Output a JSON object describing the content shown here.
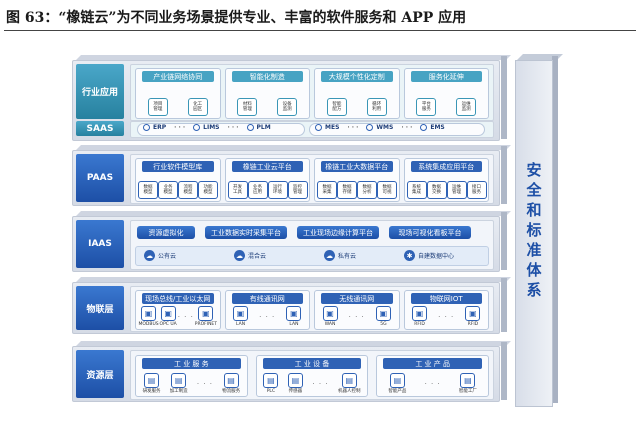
{
  "figure": {
    "title": "图 63：“橡链云”为不同业务场景提供专业、丰富的软件服务和 APP 应用"
  },
  "security": {
    "chars": [
      "安",
      "全",
      "和",
      "标",
      "准",
      "体",
      "系"
    ]
  },
  "industry": {
    "label": "行业应用",
    "groups": [
      {
        "title": "产业链网络协同",
        "items": [
          "项目\n管理",
          "化工\n园区"
        ]
      },
      {
        "title": "智能化制造",
        "items": [
          "材料\n管理",
          "设备\n监测"
        ]
      },
      {
        "title": "大规模个性化定制",
        "items": [
          "智能\n配方",
          "循环\n利用"
        ]
      },
      {
        "title": "服务化延伸",
        "items": [
          "平台\n服务",
          "运维\n监测"
        ]
      }
    ]
  },
  "saas": {
    "label": "SAAS",
    "items": [
      "ERP",
      "LIMS",
      "PLM",
      "MES",
      "WMS",
      "EMS"
    ],
    "dots": "· · ·"
  },
  "paas": {
    "label": "PAAS",
    "groups": [
      {
        "title": "行业软件模型库",
        "items": [
          "数据\n模型",
          "业务\n模型",
          "流程\n模型",
          "功能\n模型"
        ]
      },
      {
        "title": "橡链工业云平台",
        "items": [
          "开发\n工具",
          "业务\n应用",
          "运行\n环境",
          "监控\n管理"
        ]
      },
      {
        "title": "橡链工业大数据平台",
        "items": [
          "数据\n采集",
          "数据\n存储",
          "数据\n分析",
          "数据\n可视"
        ]
      },
      {
        "title": "系统集成应用平台",
        "items": [
          "系统\n集成",
          "数据\n交换",
          "运维\n管理",
          "接口\n服务"
        ]
      }
    ]
  },
  "iaas": {
    "label": "IAAS",
    "buttons": [
      "资源虚拟化",
      "工业数据实时采集平台",
      "工业现场边缘计算平台",
      "现场可视化看板平台"
    ],
    "clouds": [
      "公有云",
      "混合云",
      "私有云",
      "自建数据中心"
    ]
  },
  "iot": {
    "label": "物联层",
    "groups": [
      {
        "title": "现场总线/工业以太网",
        "items": [
          "MODBUS",
          "OPC UA",
          "PROFINET"
        ]
      },
      {
        "title": "有线通讯网",
        "items": [
          "LAN",
          "LAN"
        ]
      },
      {
        "title": "无线通讯网",
        "items": [
          "WAN",
          "5G"
        ]
      },
      {
        "title": "物联网IOT",
        "items": [
          "RFID",
          "RFID"
        ]
      }
    ],
    "dots": "· · ·"
  },
  "resource": {
    "label": "资源层",
    "groups": [
      {
        "title": "工 业 服 务",
        "items": [
          "研发服务",
          "加工制造",
          "物流服务"
        ]
      },
      {
        "title": "工 业 设 备",
        "items": [
          "PLC",
          "传感器",
          "机器人控制"
        ]
      },
      {
        "title": "工 业 产 品",
        "items": [
          "智能产品",
          "智能工厂"
        ]
      }
    ],
    "dots": "· · ·"
  },
  "colors": {
    "primary": "#1d4fa6",
    "teal": "#47a3c3",
    "layer_bg": "#dde2eb"
  }
}
